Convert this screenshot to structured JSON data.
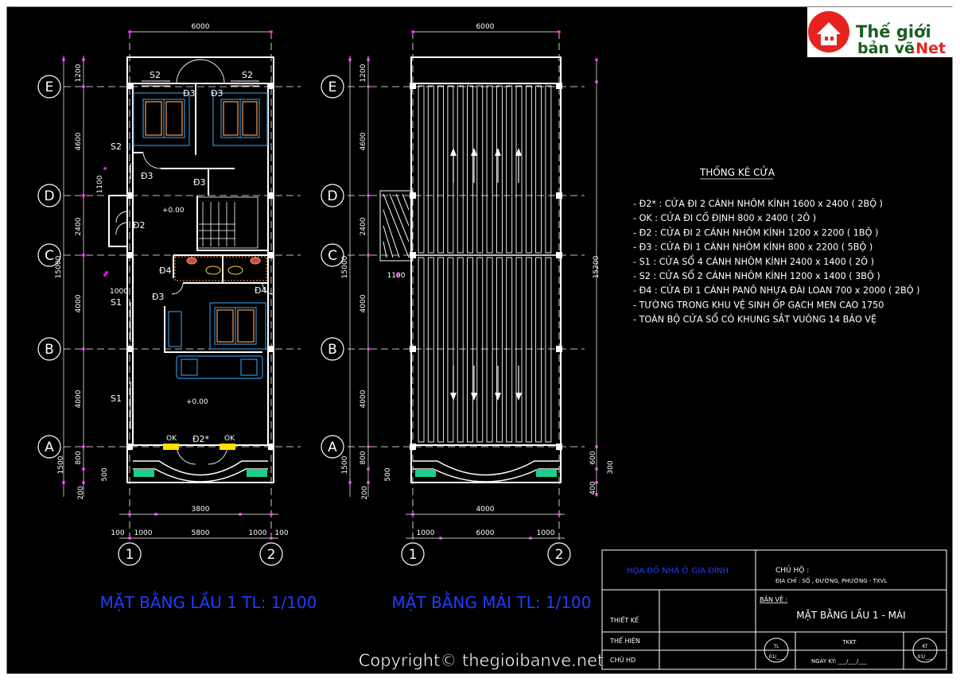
{
  "logo": {
    "line1": "Thế giới",
    "line2": "bản vẽ",
    "line2b": ".Net"
  },
  "colors": {
    "bg": "#000000",
    "wall": "#ffffff",
    "axis": "#ff00ff",
    "blue": "#1f3fff",
    "furn": "#2f8fd0",
    "tile": "#ff9a4a",
    "dim": "#ffffff",
    "plant": "#1ecf8a"
  },
  "axes": {
    "e": "E",
    "d": "D",
    "c": "C",
    "b": "B",
    "a": "A",
    "one": "1",
    "two": "2"
  },
  "dims": {
    "top": "6000",
    "v1200": "1200",
    "v4600": "4600",
    "v1100": "1100",
    "v2400": "2400",
    "v15000": "15000",
    "v1000": "1000",
    "v4000a": "4000",
    "v4000b": "4000",
    "v800": "800",
    "v1500": "1500",
    "v500": "500",
    "v200": "200",
    "b3800": "3800",
    "b100a": "100",
    "b1000a": "1000",
    "b5800": "5800",
    "b1000b": "1000",
    "b100b": "100",
    "r15200": "15200",
    "r1100": "1100",
    "r600": "600",
    "r300": "300",
    "r400": "400",
    "rb4000": "4000",
    "rb1000a": "1000",
    "rb6000": "6000",
    "rb1000b": "1000"
  },
  "plan1": {
    "labels": {
      "s2a": "S2",
      "s2b": "S2",
      "s2c": "S2",
      "d3a": "Đ3",
      "d3b": "Đ3",
      "d3c": "Đ3",
      "d3d": "Đ3",
      "d3e": "Đ3",
      "d2": "Đ2",
      "d4a": "Đ4",
      "d4b": "Đ4",
      "s1a": "S1",
      "s1b": "S1",
      "ok1": "OK",
      "ok2": "OK",
      "d2s": "Đ2*",
      "lvl1": "+0.00",
      "lvl2": "+0.00"
    },
    "title": "MẶT BẰNG LẦU 1 TL: 1/100"
  },
  "plan2": {
    "title": "MẶT BẰNG MÁI TL: 1/100"
  },
  "stats": {
    "heading": "THỐNG KÊ CỬA",
    "items": [
      "- Đ2* : CỬA ĐI 2 CÁNH NHÔM KÍNH 1600 x 2400 ( 2BỘ )",
      "- OK : CỬA ĐI CỐ ĐỊNH 800 x 2400  ( 2Ô )",
      "- Đ2 : CỬA ĐI 2 CÁNH NHÔM KÍNH 1200 x 2200 ( 1BỘ )",
      "- Đ3 : CỬA ĐI 1 CÁNH NHÔM KÍNH 800 x 2200 ( 5BỘ )",
      "- S1 : CỬA SỔ 4 CÁNH NHÔM KÍNH 2400 x 1400 ( 2Ô )",
      "- S2 : CỬA SỔ 2 CÁNH NHÔM KÍNH 1200 x 1400 ( 3BỘ )",
      "- Đ4 : CỬA ĐI 1 CÁNH PANÔ NHỰA ĐÀI LOAN 700 x 2000 ( 2BỘ )",
      "- TƯỜNG TRONG KHU VỆ SINH ỐP GẠCH MEN CAO 1750",
      "- TOÀN BỘ CỬA SỔ CÓ KHUNG SẮT VUÔNG 14 BẢO VỆ"
    ]
  },
  "titleblock": {
    "project": "HỌA ĐỒ NHÀ Ở GIA ĐÌNH",
    "owner": "CHỦ HỘ :",
    "address": "ĐỊA CHỈ : SỐ      , ĐƯỜNG,                    PHƯỜNG  - TXVL",
    "drawing_label": "BẢN VẼ :",
    "drawing": "MẶT BẰNG LẦU 1 - MÁI",
    "design": "THIẾT KẾ",
    "drawn": "THỂ HIỆN",
    "lead": "CHỦ HD",
    "tkkt": "TKKT",
    "date": "NGÀY KÝ: ___/___/___",
    "tl": "TL",
    "tl_no": "01/___",
    "kt": "KT",
    "kt_no": "01/___"
  },
  "copyright": "Copyright© thegioibanve.net"
}
